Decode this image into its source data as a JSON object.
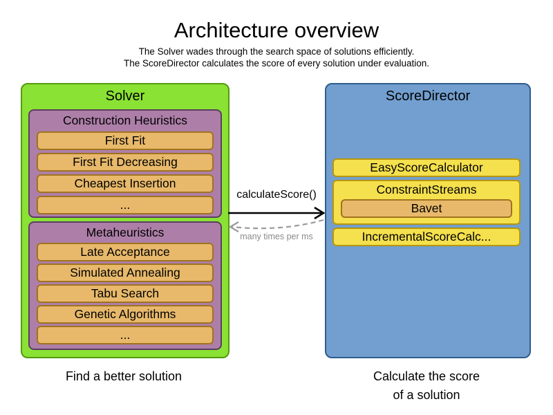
{
  "header": {
    "title": "Architecture overview",
    "subtitle1": "The Solver wades through the search space of solutions efficiently.",
    "subtitle2": "The ScoreDirector calculates the score of every solution under evaluation."
  },
  "solver": {
    "title": "Solver",
    "caption": "Find a better solution",
    "groups": [
      {
        "title": "Construction Heuristics",
        "items": [
          "First Fit",
          "First Fit Decreasing",
          "Cheapest Insertion",
          "..."
        ]
      },
      {
        "title": "Metaheuristics",
        "items": [
          "Late Acceptance",
          "Simulated Annealing",
          "Tabu Search",
          "Genetic Algorithms",
          "..."
        ]
      }
    ]
  },
  "score_director": {
    "title": "ScoreDirector",
    "caption_line1": "Calculate the score",
    "caption_line2": "of a solution",
    "calculators": [
      {
        "label": "EasyScoreCalculator"
      },
      {
        "label": "ConstraintStreams",
        "sub": "Bavet"
      },
      {
        "label": "IncrementalScoreCalc..."
      }
    ]
  },
  "arrow": {
    "call_label": "calculateScore()",
    "frequency_label": "many times per ms"
  },
  "colors": {
    "green": "#8ae234",
    "green_border": "#549a0d",
    "plum": "#ad7fa8",
    "plum_border": "#5c3d60",
    "orange": "#e8b96b",
    "orange_border": "#a0731e",
    "blue": "#729fcf",
    "blue_border": "#2e5c8a",
    "yellow": "#f5e04d",
    "yellow_border": "#b8960c",
    "solid_arrow": "#000000",
    "dashed_arrow": "#999999"
  }
}
